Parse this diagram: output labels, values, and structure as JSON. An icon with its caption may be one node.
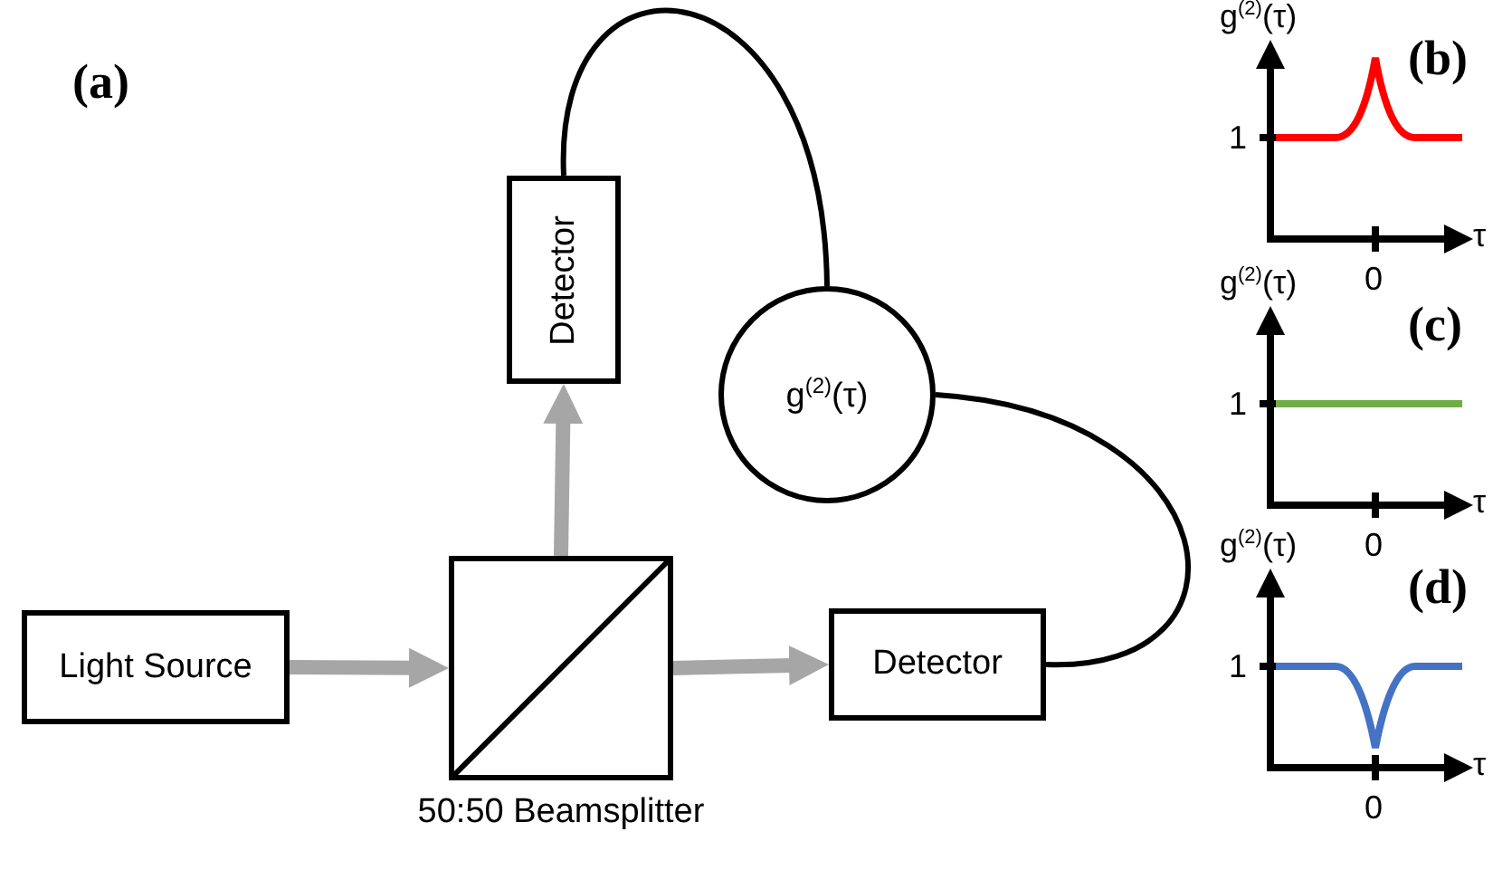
{
  "diagram": {
    "nodes": [
      {
        "text": [
          "Light Source"
        ]
      },
      {
        "text": [],
        "shape": "box",
        "beside": [
          "50:50 Beamsplitter"
        ]
      },
      {
        "text": [
          "Detector"
        ]
      },
      {
        "text": [
          "g$^{(2)}$(τ)"
        ]
      },
      {
        "text": [
          "Detector"
        ]
      }
    ],
    "edges": [
      {
        "from": 0,
        "to": 1,
        "arrow": "to"
      },
      {
        "from": 1,
        "to": 2,
        "arrow": "to"
      },
      {
        "from": 1,
        "to": 4,
        "arrow": "to"
      },
      {
        "from": 2,
        "to": 3,
        "arrow": "none",
        "color": "#000000"
      },
      {
        "from": 4,
        "to": 3,
        "arrow": "none",
        "color": "#000000"
      }
    ],
    "labels": [
      "(a)",
      "g$^{(2)}$(τ)",
      "(b)",
      "1",
      "τ",
      "0",
      "g$^{(2)}$(τ)",
      "(c)",
      "1",
      "τ",
      "0",
      "g$^{(2)}$(τ)",
      "(d)",
      "1",
      "τ",
      "0"
    ]
  }
}
